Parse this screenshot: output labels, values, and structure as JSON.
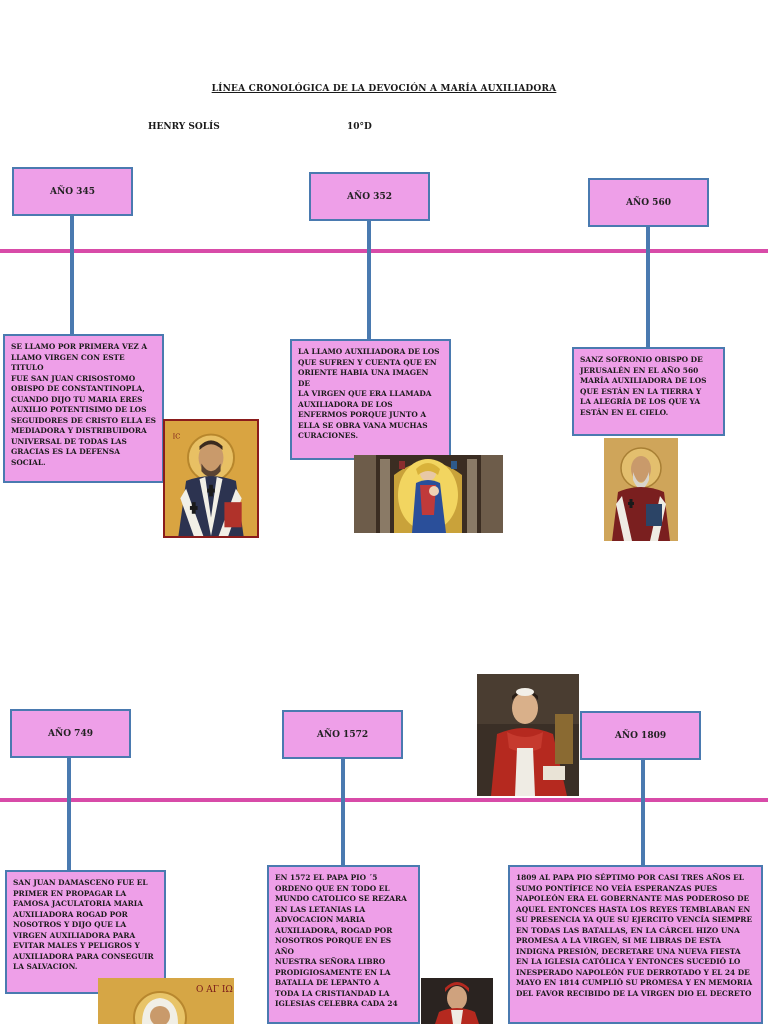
{
  "header": {
    "title": "LÍNEA CRONOLÓGICA DE LA DEVOCIÓN A MARÍA AUXILIADORA",
    "author": "HENRY SOLÍS",
    "grade": "10°D"
  },
  "events": [
    {
      "year_label": "AÑO 345",
      "text": "SE LLAMO POR PRIMERA VEZ A\nLLAMO VIRGEN CON ESTE TITULO\nFUE SAN JUAN CRISOSTOMO\nOBISPO DE CONSTANTINOPLA,\nCUANDO DIJO TU MARIA ERES\nAUXILIO POTENTISIMO DE LOS\nSEGUIDORES DE CRISTO ELLA ES\nMEDIADORA Y DISTRIBUIDORA\nUNIVERSAL DE TODAS LAS\nGRACIAS ES LA DEFENSA\nSOCIAL.",
      "image": "saint-icon"
    },
    {
      "year_label": "AÑO 352",
      "text": "LA LLAMO AUXILIADORA DE LOS\nQUE SUFREN Y CUENTA QUE EN\nORIENTE HABIA UNA IMAGEN DE\nLA VIRGEN QUE ERA LLAMADA\nAUXILIADORA DE LOS\nENFERMOS PORQUE JUNTO A\nELLA SE OBRA VANA MUCHAS\nCURACIONES.",
      "image": "virgin-image"
    },
    {
      "year_label": "AÑO 560",
      "text": "SANZ SOFRONIO  OBISPO DE\nJERUSALÉN  EN EL AÑO 560\nMARÍA AUXILIADORA DE LOS\nQUE ESTÁN EN LA TIERRA Y\nLA ALEGRÍA DE LOS QUE YA\nESTÁN EN EL CIELO.",
      "image": "saint-icon"
    },
    {
      "year_label": "AÑO 749",
      "text": "SAN JUAN DAMASCENO FUE EL\nPRIMER EN PROPAGAR LA\nFAMOSA JACULATORIA MARIA\nAUXILIADORA ROGAD POR\nNOSOTROS Y DIJO QUE LA\nVIRGEN AUXILIADORA PARA\nEVITAR MALES Y PELIGROS Y\nAUXILIADORA PARA CONSEGUIR\nLA SALVACION.",
      "image": "saint-icon"
    },
    {
      "year_label": "AÑO 1572",
      "text": "EN 1572 EL PAPA PIO ´5\nORDENO QUE EN TODO EL\nMUNDO CATOLICO SE REZARA\nEN LAS LETANIAS LA\nADVOCACION MARIA\nAUXILIADORA, ROGAD POR\nNOSOTROS PORQUE EN ES AÑO\nNUESTRA SEÑORA LIBRO\nPRODIGIOSAMENTE EN LA\nBATALLA DE LEPANTO A\nTODA LA CRISTIANDAD LA\nIGLESIAS CELEBRA CADA 24",
      "image": "pope-portrait"
    },
    {
      "year_label": "AÑO 1809",
      "text": "1809 AL PAPA PIO SÉPTIMO POR CASI TRES AÑOS EL\nSUMO PONTÍFICE NO VEÍA ESPERANZAS PUES\nNAPOLEÓN ERA EL GOBERNANTE MAS PODEROSO  DE\nAQUEL ENTONCES HASTA LOS REYES TEMBLABAN EN\nSU PRESENCIA YA QUE SU EJERCITO VENCÍA SIEMPRE\nEN TODAS LAS BATALLAS, EN LA CÁRCEL HIZO UNA\nPROMESA A LA VIRGEN, SI ME LIBRAS DE ESTA\nINDIGNA PRESIÓN, DECRETARE UNA NUEVA FIESTA\nEN LA IGLESIA CATÓLICA Y ENTONCES SUCEDIÓ LO\nINESPERADO NAPOLEÓN FUE DERROTADO Y EL 24 DE\nMAYO EN 1814 CUMPLIÓ SU PROMESA Y EN MEMORIA\nDEL FAVOR RECIBIDO DE LA VIRGEN DIO EL DECRETO",
      "image": "pope-portrait"
    }
  ],
  "icon_inscription": "Ο ΑΓ ΙΩ ΑΝΝ Ι"
}
